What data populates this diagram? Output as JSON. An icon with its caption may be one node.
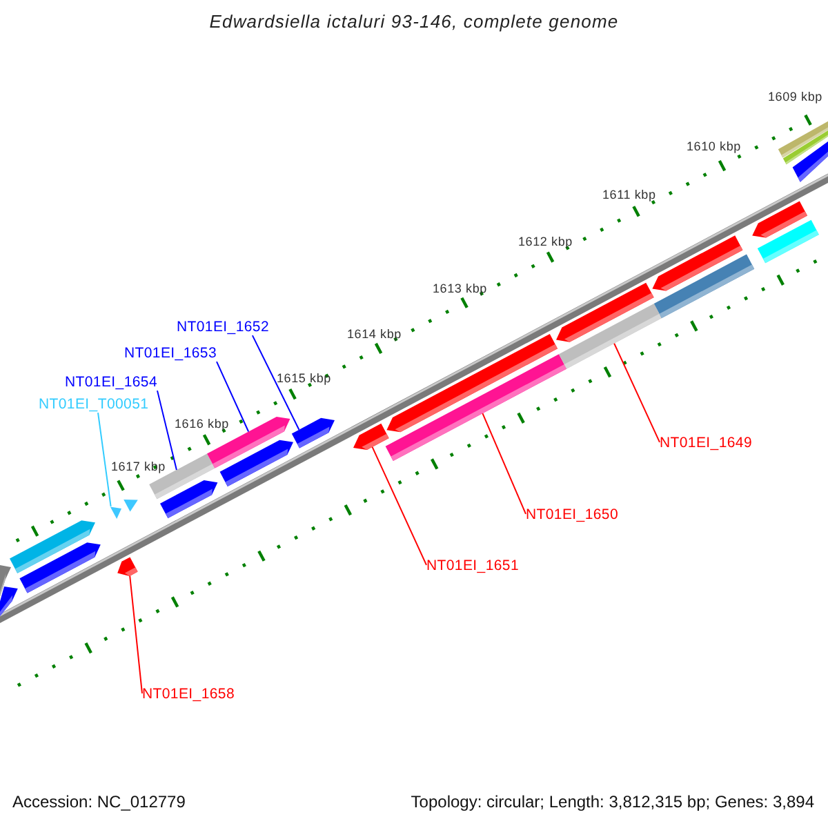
{
  "diagram": {
    "title": "Edwardsiella ictaluri 93-146, complete genome",
    "nodes": [
      {
        "text": [
          "NT01EI_1652"
        ]
      },
      {
        "text": [
          "NT01EI_1653"
        ]
      },
      {
        "text": [
          "NT01EI_1654"
        ]
      },
      {
        "text": [
          "NT01EI_T00051"
        ]
      },
      {
        "text": [
          "NT01EI_1649"
        ]
      },
      {
        "text": [
          "NT01EI_1650"
        ]
      },
      {
        "text": [
          "NT01EI_1651"
        ]
      },
      {
        "text": [
          "NT01EI_1658"
        ]
      },
      {
        "text": [],
        "shape": "bar"
      },
      {
        "text": [],
        "shape": "bar"
      },
      {
        "text": [],
        "shape": "bar"
      },
      {
        "text": [],
        "shape": "bar"
      },
      {
        "text": [],
        "shape": "triangle"
      },
      {
        "text": [],
        "shape": "bar"
      },
      {
        "text": [],
        "shape": "triangle"
      },
      {
        "text": [],
        "shape": "bar"
      },
      {
        "text": [],
        "shape": "bar"
      },
      {
        "text": [],
        "shape": "bar"
      },
      {
        "text": [],
        "shape": "bar"
      },
      {
        "text": [],
        "shape": "bar"
      },
      {
        "text": [],
        "shape": "bar"
      },
      {
        "text": [],
        "shape": "bar"
      },
      {
        "text": [],
        "shape": "bar"
      },
      {
        "text": [],
        "shape": "bar"
      },
      {
        "text": [],
        "shape": "bar"
      },
      {
        "text": [],
        "shape": "bar"
      },
      {
        "text": [],
        "shape": "bar"
      },
      {
        "text": [],
        "shape": "bar"
      },
      {
        "text": [],
        "shape": "bar"
      },
      {
        "text": [],
        "shape": "bar"
      },
      {
        "text": [],
        "shape": "bar"
      },
      {
        "text": [],
        "shape": "bar"
      }
    ],
    "edges": [
      {
        "from": 0,
        "to": 19,
        "arrow": "none",
        "color": "#0000ff"
      },
      {
        "from": 1,
        "to": 17,
        "arrow": "none",
        "color": "#0000ff"
      },
      {
        "from": 2,
        "to": 15,
        "arrow": "none",
        "color": "#0000ff"
      },
      {
        "from": 3,
        "to": 12,
        "arrow": "none",
        "color": "#33ccff"
      },
      {
        "from": 4,
        "to": 24,
        "arrow": "none"
      },
      {
        "from": 5,
        "to": 22,
        "arrow": "none"
      },
      {
        "from": 6,
        "to": 20,
        "arrow": "none"
      },
      {
        "from": 7,
        "to": 13,
        "arrow": "none"
      }
    ],
    "labels": [
      "1609 kbp",
      "1610 kbp",
      "1611 kbp",
      "1612 kbp",
      "1613 kbp",
      "1614 kbp",
      "1615 kbp",
      "1616 kbp",
      "1617 kbp",
      "Accession: NC_012779",
      "Topology: circular; Length: 3,812,315 bp; Genes: 3,894"
    ]
  }
}
